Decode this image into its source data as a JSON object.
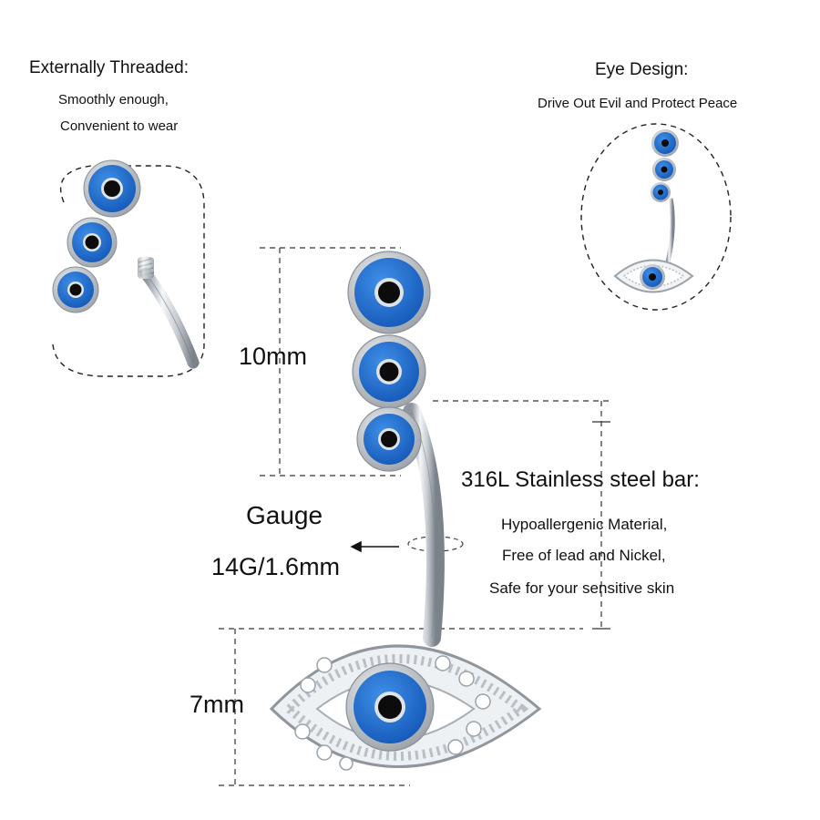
{
  "left_callout": {
    "heading": "Externally Threaded:",
    "line1": "Smoothly enough,",
    "line2": "Convenient to wear"
  },
  "right_callout": {
    "heading": "Eye Design:",
    "line1": "Drive Out Evil and Protect Peace"
  },
  "dimensions": {
    "top_height": "10mm",
    "bottom_height": "7mm"
  },
  "gauge": {
    "label": "Gauge",
    "value": "14G/1.6mm"
  },
  "material": {
    "heading": "316L Stainless steel bar:",
    "features": [
      "Hypoallergenic Material,",
      "Free of lead and Nickel,",
      "Safe for your sensitive skin"
    ]
  },
  "colors": {
    "enamel_blue": "#1e6fd0",
    "steel": "#bfc4ca",
    "pupil": "#0c0c0c"
  }
}
